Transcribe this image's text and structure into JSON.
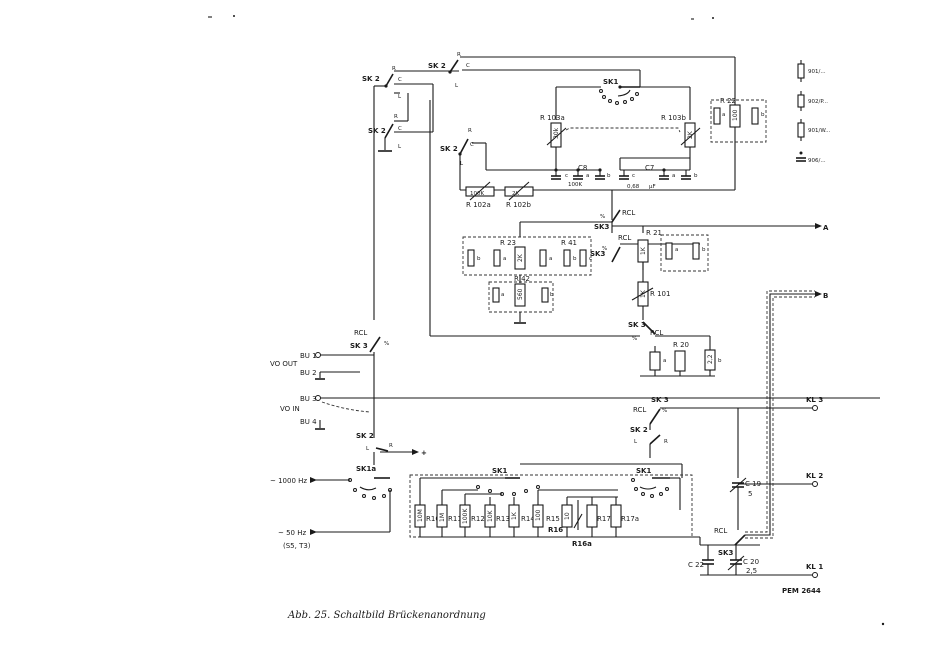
{
  "caption": "Abb. 25. Schaltbild Brückenanordnung",
  "drawing_no": "PEM 2644",
  "connectors": {
    "bu1": "BU 1",
    "bu2": "BU 2",
    "bu3": "BU 3",
    "bu4": "BU 4",
    "vout": "VO OUT",
    "vin": "VO IN",
    "a": "A",
    "b": "B",
    "kl1": "KL 1",
    "kl2": "KL 2",
    "kl3": "KL 3",
    "plus": "+"
  },
  "sources": {
    "f1000": "~ 1000 Hz",
    "f50": "~ 50 Hz",
    "f50sub": "(S5, T3)"
  },
  "legend": [
    "901/...",
    "902/P...",
    "901/W...",
    "906/..."
  ],
  "switches": {
    "sk1": "SK1",
    "sk1a": "SK1a",
    "sk2": "SK 2",
    "sk3": "SK 3",
    "sk3b": "SK3",
    "rcl": "RCL",
    "r": "R",
    "c": "C",
    "l": "L",
    "pct": "%"
  },
  "res": {
    "r10": "R10",
    "v10": "10M",
    "r11": "R11",
    "v11": "1M",
    "r12": "R12",
    "v12": "100K",
    "r13": "R13",
    "v13": "10K",
    "r14": "R14",
    "v14": "1K",
    "r15": "R15",
    "v15": "100",
    "r16": "R16",
    "v16": "10",
    "r16a": "R16a",
    "r17": "R17",
    "r17a": "R17a",
    "r20": "R 20",
    "r21": "R 21",
    "v21": "1K",
    "r22": "R 22",
    "v22": "100",
    "r23": "R 23",
    "v23": "2K",
    "r41": "R 41",
    "r42": "R 42",
    "v42": "560",
    "r101": "R 101",
    "v101": "1K",
    "r102a": "R 102a",
    "v102a": "100K",
    "r102b": "R 102b",
    "v102b": "2K",
    "r103a": "R 103a",
    "v103a": "30k",
    "r103b": "R 103b",
    "v103b": "2K",
    "v2": "2,2",
    "a": "a",
    "b": "b"
  },
  "caps": {
    "c7": "C7",
    "v7": "0,68",
    "uf": "µF",
    "c8": "C8",
    "v8": "100K",
    "c19": "C 19",
    "v19": "5",
    "c20": "C 20",
    "v20": "2,5",
    "c22": "C 22",
    "c": "c"
  }
}
